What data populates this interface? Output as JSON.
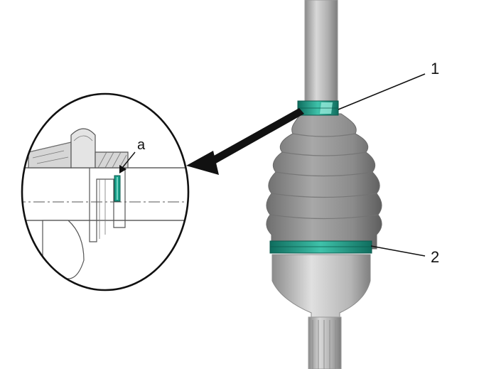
{
  "figure": {
    "callouts": [
      {
        "id": "1",
        "label": "1"
      },
      {
        "id": "2",
        "label": "2"
      }
    ],
    "detail_label": "a",
    "colors": {
      "clamp": "#1aa08a",
      "clamp_highlight": "#8fe6d6",
      "shaft": "#b7b7b7",
      "boot": "#8c8c8c",
      "housing": "#c4c4c4",
      "detail_hatch": "#d6d6d6",
      "line": "#111111"
    }
  }
}
